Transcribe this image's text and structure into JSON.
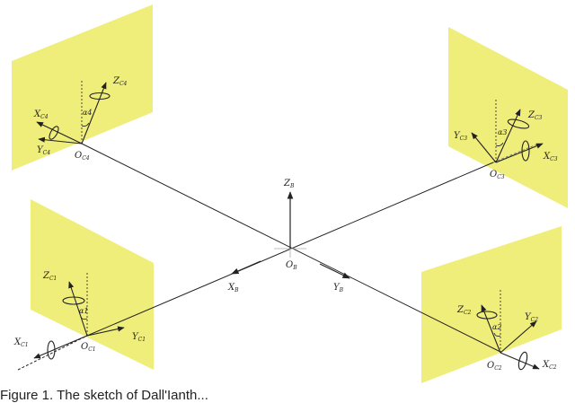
{
  "figure": {
    "caption": "Figure 1. The sketch of Dall'Ianth...",
    "colors": {
      "panel": "#f0ee7a",
      "line": "#222222",
      "guide": "#999999"
    },
    "body_frame": {
      "origin": {
        "main": "O",
        "sub": "B"
      },
      "x_axis": {
        "main": "X",
        "sub": "B"
      },
      "y_axis": {
        "main": "Y",
        "sub": "B"
      },
      "z_axis": {
        "main": "Z",
        "sub": "B"
      }
    },
    "cameras": [
      {
        "id": "C4",
        "position": "top-left",
        "origin": {
          "main": "O",
          "sub": "C4"
        },
        "x_axis": {
          "main": "X",
          "sub": "C4"
        },
        "y_axis": {
          "main": "Y",
          "sub": "C4"
        },
        "z_axis": {
          "main": "Z",
          "sub": "C4"
        },
        "angle": "α4"
      },
      {
        "id": "C3",
        "position": "top-right",
        "origin": {
          "main": "O",
          "sub": "C3"
        },
        "x_axis": {
          "main": "X",
          "sub": "C3"
        },
        "y_axis": {
          "main": "Y",
          "sub": "C3"
        },
        "z_axis": {
          "main": "Z",
          "sub": "C3"
        },
        "angle": "α3"
      },
      {
        "id": "C1",
        "position": "bottom-left",
        "origin": {
          "main": "O",
          "sub": "C1"
        },
        "x_axis": {
          "main": "X",
          "sub": "C1"
        },
        "y_axis": {
          "main": "Y",
          "sub": "C1"
        },
        "z_axis": {
          "main": "Z",
          "sub": "C1"
        },
        "angle": "α1"
      },
      {
        "id": "C2",
        "position": "bottom-right",
        "origin": {
          "main": "O",
          "sub": "C2"
        },
        "x_axis": {
          "main": "X",
          "sub": "C2"
        },
        "y_axis": {
          "main": "Y",
          "sub": "C2"
        },
        "z_axis": {
          "main": "Z",
          "sub": "C2"
        },
        "angle": "α2"
      }
    ]
  }
}
